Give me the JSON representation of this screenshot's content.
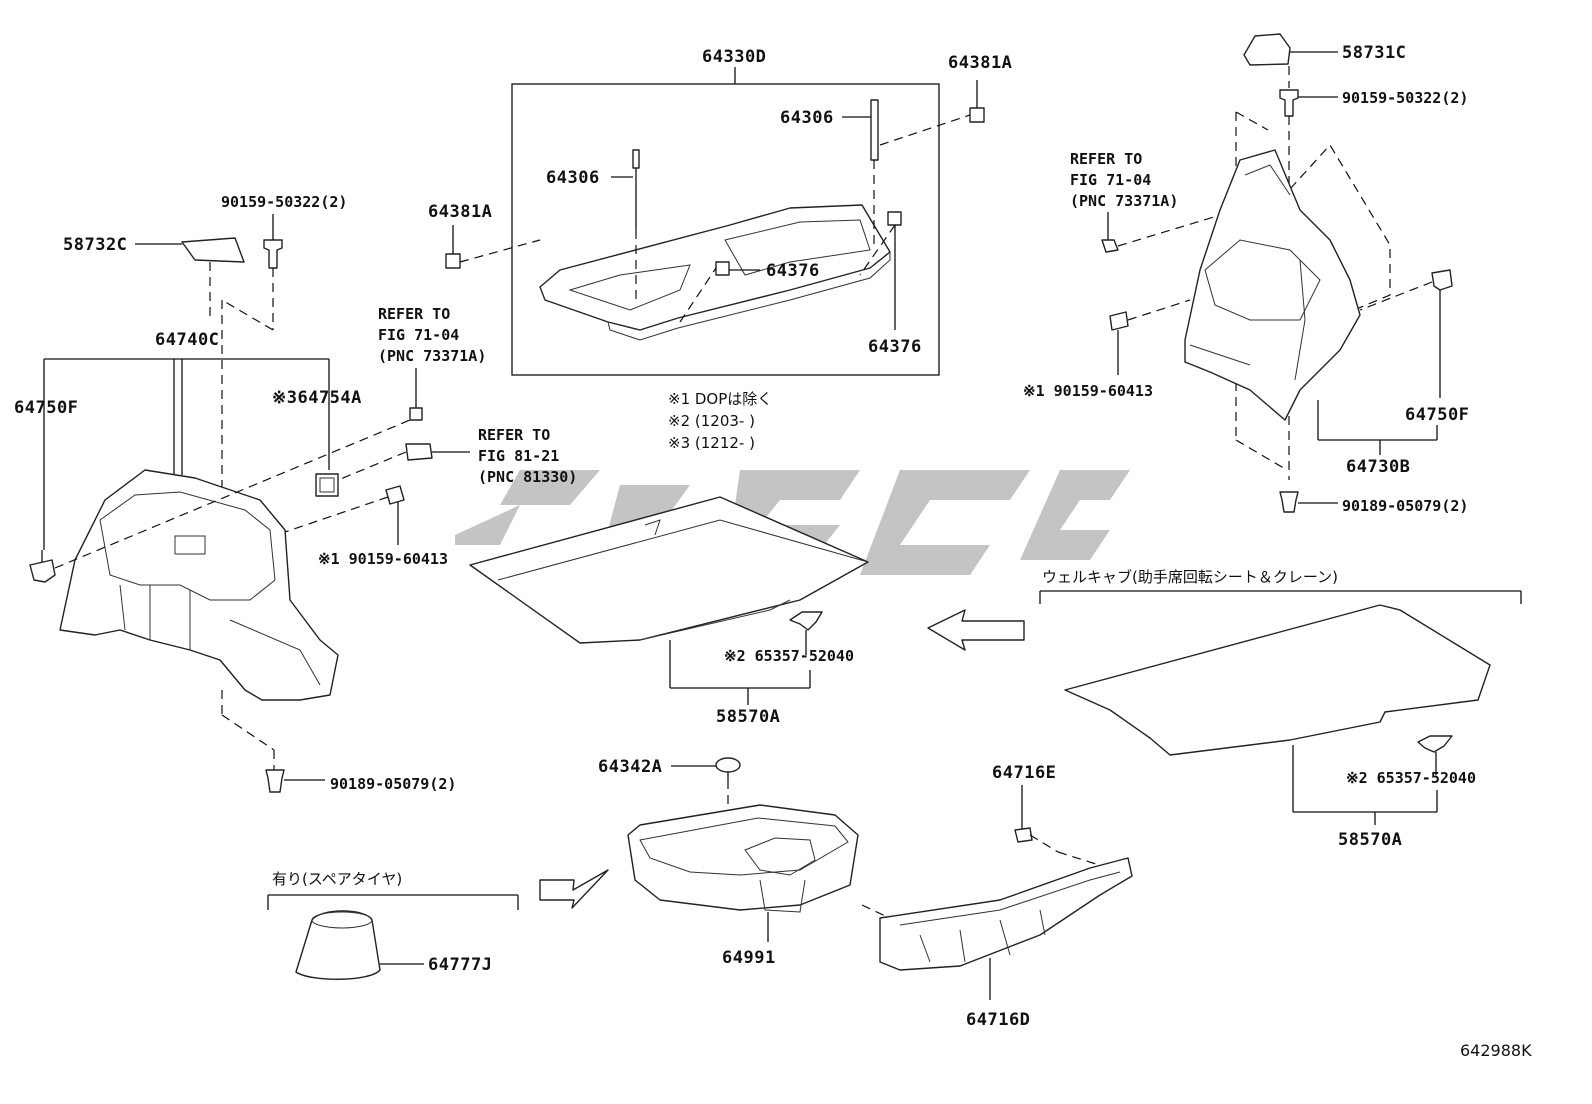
{
  "diagram_id": "642988K",
  "box_label": "64330D",
  "notes": [
    "※1 DOPは除く",
    "※2 (1203-      )",
    "※3 (1212-      )"
  ],
  "left": {
    "p58732C": "58732C",
    "p90159_50322": "90159-50322(2)",
    "p64740C": "64740C",
    "p64750F": "64750F",
    "p64754A": "※364754A",
    "refer1": [
      "REFER TO",
      "FIG 71-04",
      "(PNC 73371A)"
    ],
    "refer2": [
      "REFER TO",
      "FIG 81-21",
      "(PNC 81330)"
    ],
    "p90159_60413": "※1 90159-60413",
    "p90189_05079": "90189-05079(2)"
  },
  "center": {
    "p64306a": "64306",
    "p64306b": "64306",
    "p64381A_a": "64381A",
    "p64381A_b": "64381A",
    "p64376a": "64376",
    "p64376b": "64376",
    "p65357": "※2 65357-52040",
    "p58570A": "58570A",
    "p64342A": "64342A",
    "p64991": "64991",
    "p64716E": "64716E",
    "p64716D": "64716D",
    "spare_label": "有り(スペアタイヤ)",
    "p64777J": "64777J"
  },
  "right": {
    "p58731C": "58731C",
    "p90159_50322": "90159-50322(2)",
    "refer": [
      "REFER TO",
      "FIG 71-04",
      "(PNC 73371A)"
    ],
    "p90159_60413": "※1 90159-60413",
    "p64750F": "64750F",
    "p64730B": "64730B",
    "p90189_05079": "90189-05079(2)",
    "welcab_label": "ウェルキャブ(助手席回転シート＆クレーン)",
    "p65357": "※2 65357-52040",
    "p58570A": "58570A"
  }
}
